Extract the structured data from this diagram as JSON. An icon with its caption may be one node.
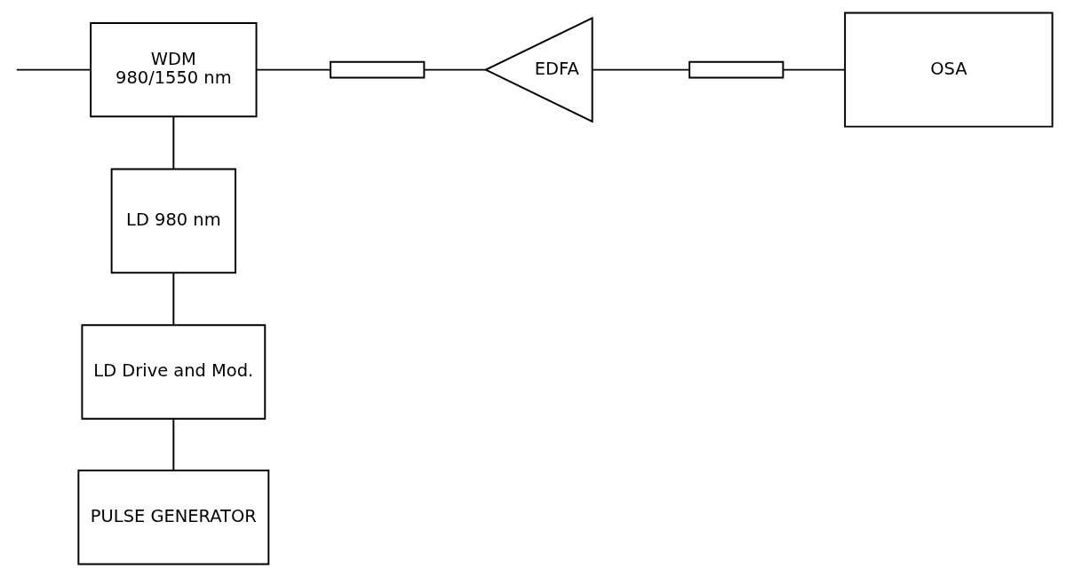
{
  "diagram": {
    "nodes": [
      {
        "text": [
          "WDM",
          "980/1550 nm"
        ]
      },
      {
        "text": [],
        "shape": "box"
      },
      {
        "text": [
          "EDFA"
        ]
      },
      {
        "text": [],
        "shape": "box"
      },
      {
        "text": [
          "OSA"
        ]
      },
      {
        "text": [
          "LD 980 nm"
        ]
      },
      {
        "text": [
          "LD Drive and Mod."
        ]
      },
      {
        "text": [
          "PULSE GENERATOR"
        ]
      }
    ],
    "edges": [
      {
        "from": null,
        "to": 0,
        "arrow": "none"
      },
      {
        "from": 0,
        "to": 1,
        "arrow": "none"
      },
      {
        "from": 1,
        "to": 2,
        "arrow": "none"
      },
      {
        "from": 2,
        "to": 3,
        "arrow": "none"
      },
      {
        "from": 3,
        "to": 4,
        "arrow": "none"
      },
      {
        "from": 0,
        "to": 5,
        "arrow": "none"
      },
      {
        "from": 5,
        "to": 6,
        "arrow": "none"
      },
      {
        "from": 6,
        "to": 7,
        "arrow": "none"
      }
    ]
  }
}
